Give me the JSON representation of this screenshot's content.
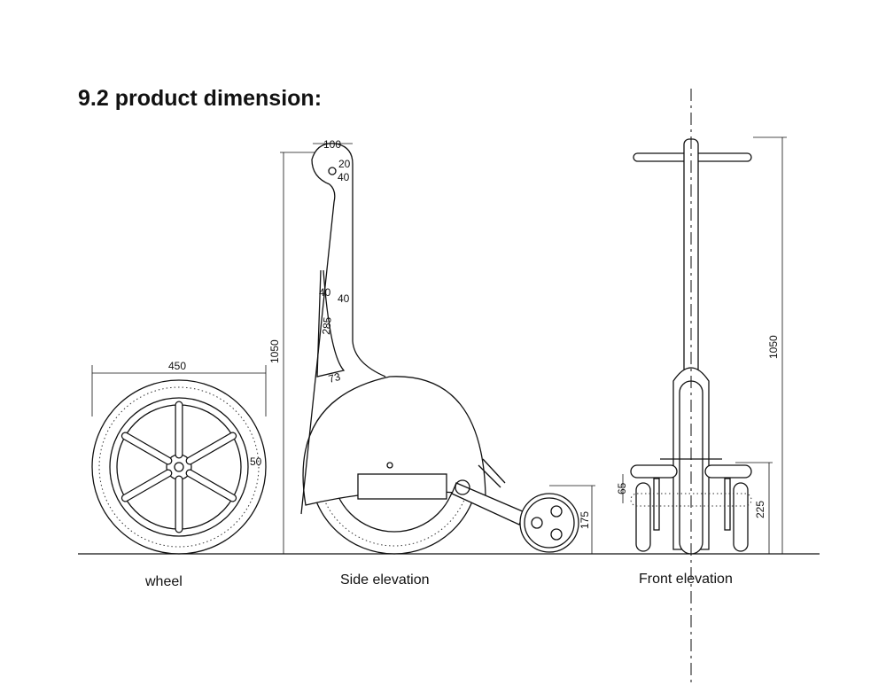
{
  "title": "9.2  product dimension:",
  "views": {
    "wheel": {
      "caption": "wheel",
      "dims": {
        "diameter": "450",
        "tire": "50"
      }
    },
    "side": {
      "caption": "Side elevation",
      "dims": {
        "height": "1050",
        "head_width": "100",
        "hole": "20",
        "head_offset": "40",
        "strut_a": "40",
        "strut_b": "40",
        "strut_len": "285",
        "strut_base": "73",
        "rear_wheel_height": "175"
      }
    },
    "front": {
      "caption": "Front elevation",
      "dims": {
        "height": "1050",
        "platform_height": "225",
        "platform_thickness": "65"
      }
    }
  }
}
